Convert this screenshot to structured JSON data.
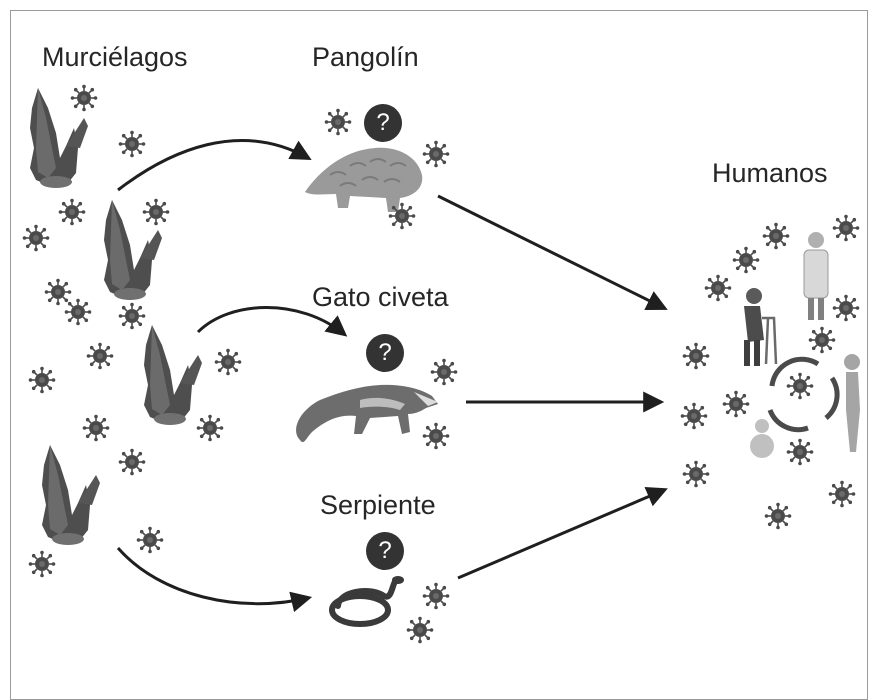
{
  "labels": {
    "bats": "Murciélagos",
    "pangolin": "Pangolín",
    "civet": "Gato civeta",
    "snake": "Serpiente",
    "humans": "Humanos"
  },
  "unknown_marker": "?",
  "colors": {
    "arrow": "#1f1f1f",
    "virus": "#4a4a4a",
    "animal": "#5a5a5a",
    "badge": "#333333"
  }
}
